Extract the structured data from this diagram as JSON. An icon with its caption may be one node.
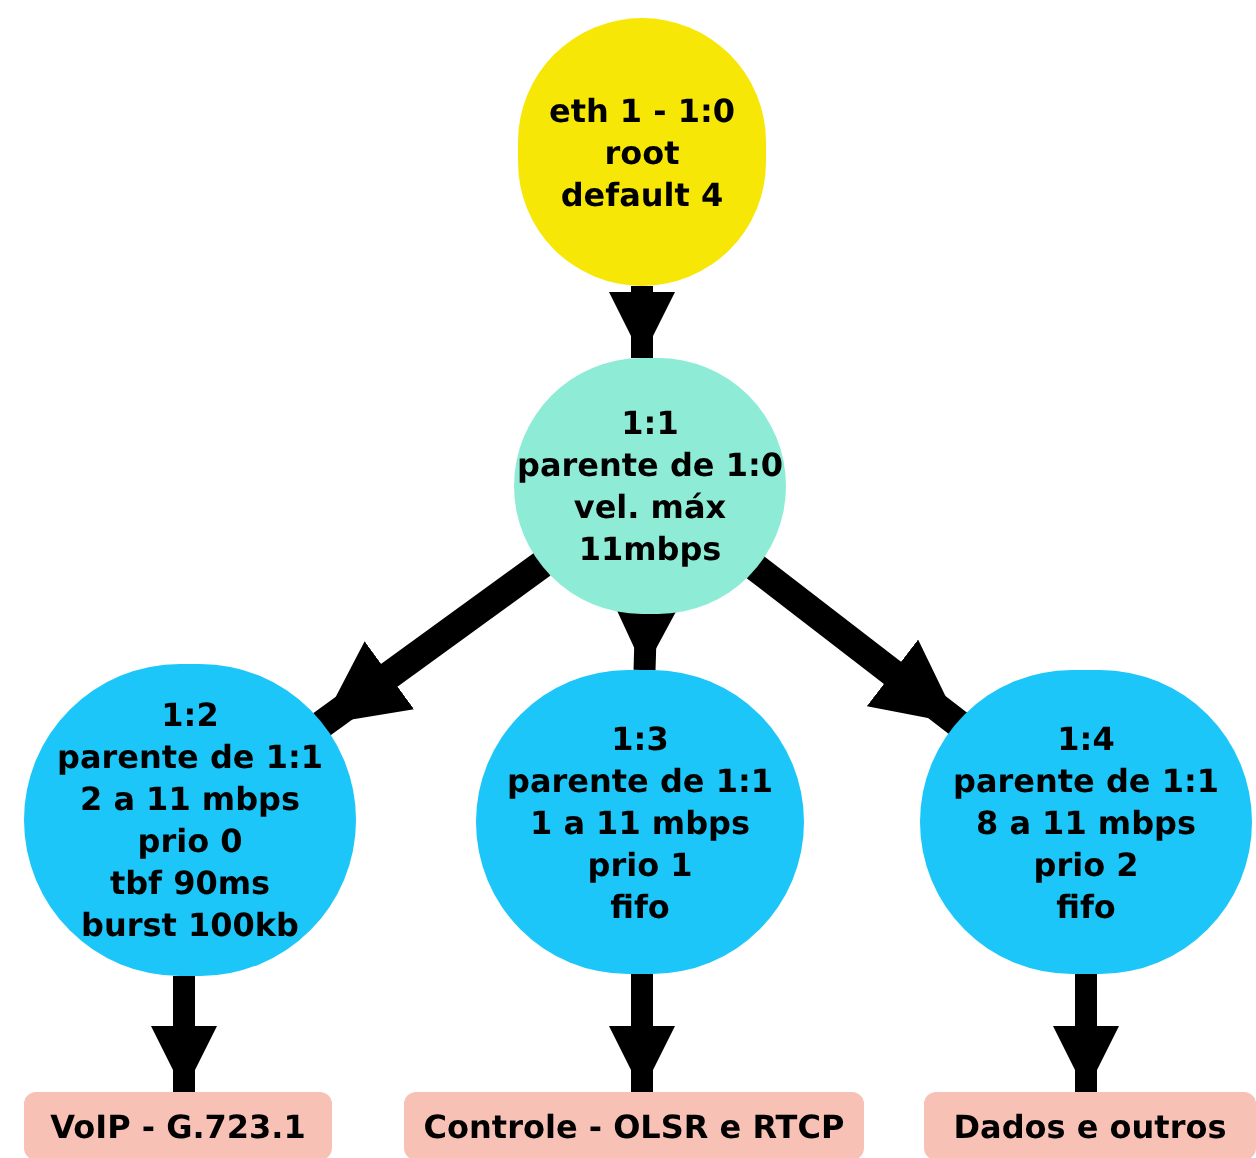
{
  "diagram": {
    "nodes": [
      {
        "text": [
          "eth 1 - 1:0",
          "root",
          "default 4"
        ]
      },
      {
        "text": [
          "1:1",
          "parente de 1:0",
          "vel. máx",
          "11mbps"
        ]
      },
      {
        "text": [
          "1:2",
          "parente de 1:1",
          "2 a 11 mbps",
          "prio 0",
          "tbf 90ms",
          "burst 100kb"
        ]
      },
      {
        "text": [
          "1:3",
          "parente de 1:1",
          "1 a 11 mbps",
          "prio 1",
          "fifo"
        ]
      },
      {
        "text": [
          "1:4",
          "parente de 1:1",
          "8 a 11 mbps",
          "prio 2",
          "fifo"
        ]
      },
      {
        "text": [
          "VoIP - G.723.1"
        ]
      },
      {
        "text": [
          "Controle - OLSR e RTCP"
        ]
      },
      {
        "text": [
          "Dados e outros"
        ]
      }
    ],
    "edges": [
      {
        "from": 0,
        "to": 1,
        "arrow": "to"
      },
      {
        "from": 1,
        "to": 2,
        "arrow": "to"
      },
      {
        "from": 1,
        "to": 3,
        "arrow": "to"
      },
      {
        "from": 1,
        "to": 4,
        "arrow": "to"
      },
      {
        "from": 2,
        "to": 5,
        "arrow": "to"
      },
      {
        "from": 3,
        "to": 6,
        "arrow": "to"
      },
      {
        "from": 4,
        "to": 7,
        "arrow": "to"
      }
    ]
  }
}
